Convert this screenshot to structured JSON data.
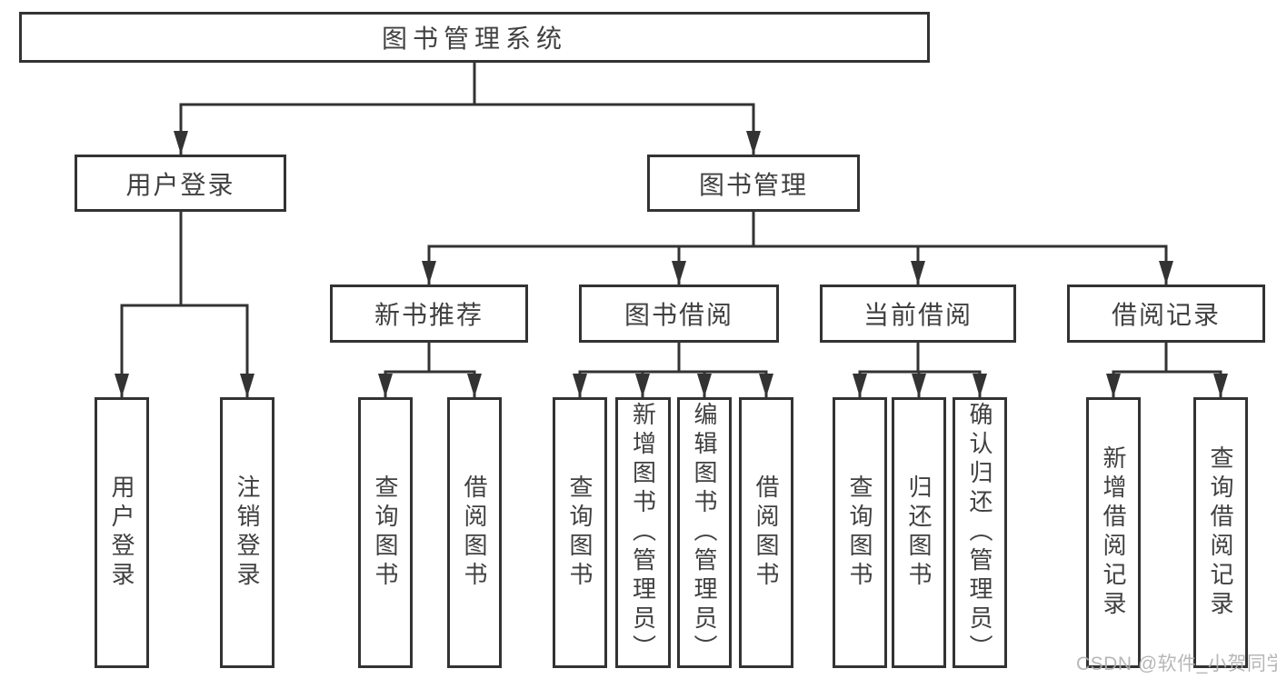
{
  "nodes": {
    "root": "图书管理系统",
    "user_login": "用户登录",
    "book_management": "图书管理",
    "new_book_recommend": "新书推荐",
    "book_borrowing": "图书借阅",
    "current_borrowing": "当前借阅",
    "borrowing_records": "借阅记录",
    "ul_user_login": "用户登录",
    "ul_logout": "注销登录",
    "nbr_query_books": "查询图书",
    "nbr_borrow_books": "借阅图书",
    "bb_query_books": "查询图书",
    "bb_add_books": "新增图书（管理员）",
    "bb_edit_books": "编辑图书（管理员）",
    "bb_borrow_books": "借阅图书",
    "cb_query_books": "查询图书",
    "cb_return_books": "归还图书",
    "cb_confirm_return": "确认归还（管理员）",
    "br_add_record": "新增借阅记录",
    "br_query_record": "查询借阅记录"
  },
  "hierarchy": {
    "图书管理系统": {
      "用户登录": [
        "用户登录",
        "注销登录"
      ],
      "图书管理": {
        "新书推荐": [
          "查询图书",
          "借阅图书"
        ],
        "图书借阅": [
          "查询图书",
          "新增图书（管理员）",
          "编辑图书（管理员）",
          "借阅图书"
        ],
        "当前借阅": [
          "查询图书",
          "归还图书",
          "确认归还（管理员）"
        ],
        "借阅记录": [
          "新增借阅记录",
          "查询借阅记录"
        ]
      }
    }
  },
  "watermark": {
    "text": "CSDN @软件_小贺同学"
  },
  "colors": {
    "line": "#333333",
    "box_border": "#333333",
    "box_text": "#404040",
    "background": "#ffffff",
    "watermark": "#afafaf"
  }
}
